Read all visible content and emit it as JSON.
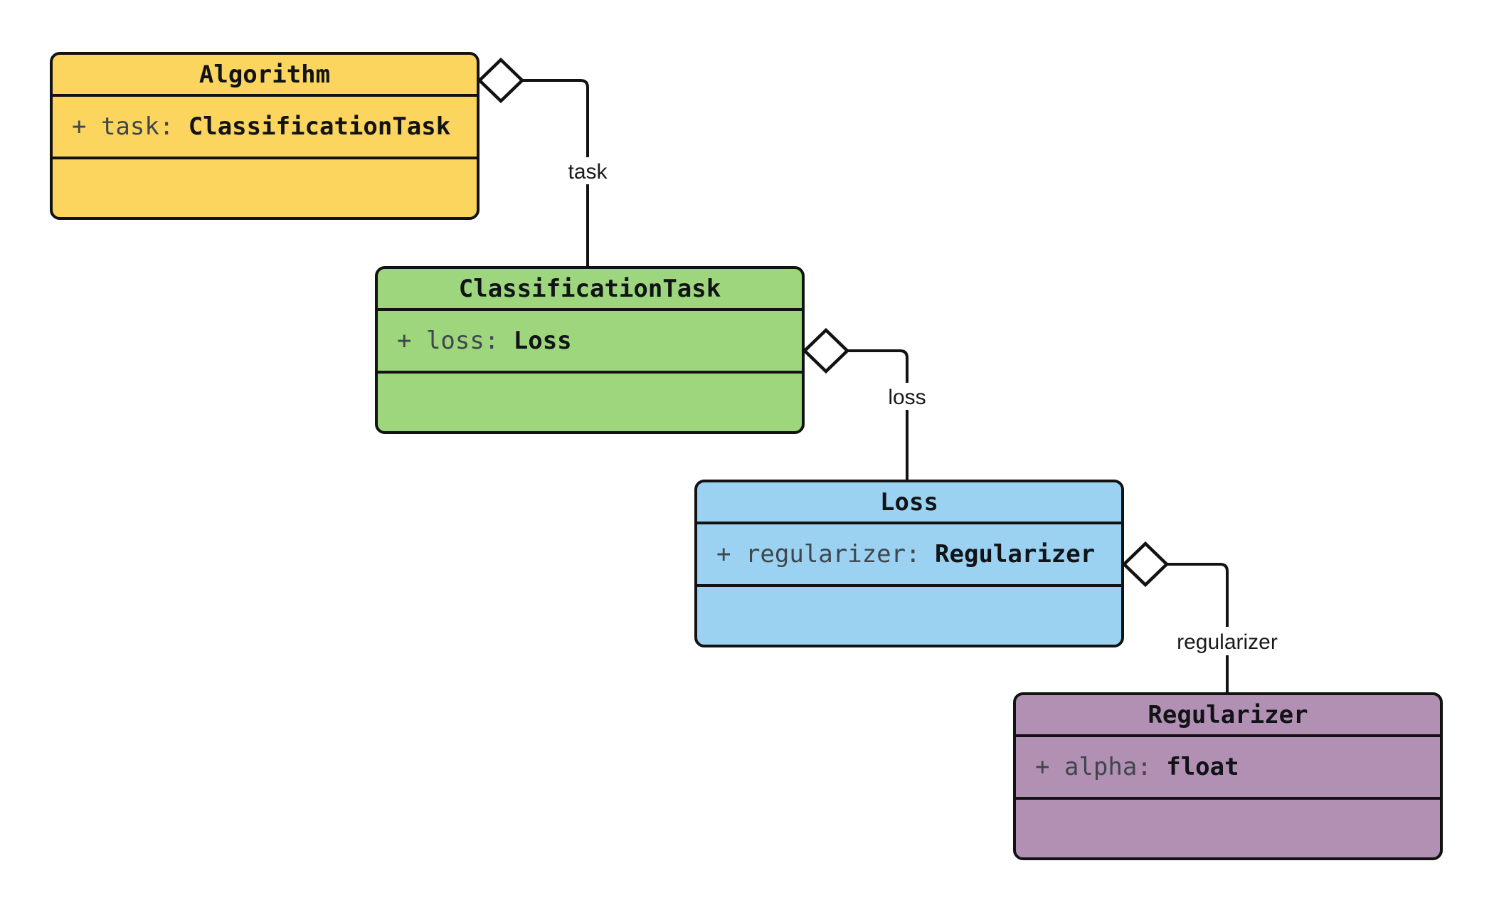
{
  "diagram": {
    "type": "uml-class-diagram",
    "background": "#FFFFFF",
    "stroke_color": "#121212",
    "attr_name_color": "#3F464C",
    "attr_type_color": "#111317",
    "edge_label_color": "#1A1A1A",
    "classes": [
      {
        "name": "Algorithm",
        "fill": "#FBD55E",
        "attribute": {
          "prefix": "+ task: ",
          "type": "ClassificationTask"
        }
      },
      {
        "name": "ClassificationTask",
        "fill": "#9DD67C",
        "attribute": {
          "prefix": "+ loss: ",
          "type": "Loss"
        }
      },
      {
        "name": "Loss",
        "fill": "#9BD1F1",
        "attribute": {
          "prefix": "+ regularizer: ",
          "type": "Regularizer"
        }
      },
      {
        "name": "Regularizer",
        "fill": "#B190B4",
        "attribute": {
          "prefix": "+ alpha: ",
          "type": "float"
        }
      }
    ],
    "relations": [
      {
        "from": "Algorithm",
        "to": "ClassificationTask",
        "label": "task",
        "kind": "aggregation"
      },
      {
        "from": "ClassificationTask",
        "to": "Loss",
        "label": "loss",
        "kind": "aggregation"
      },
      {
        "from": "Loss",
        "to": "Regularizer",
        "label": "regularizer",
        "kind": "aggregation"
      }
    ]
  }
}
